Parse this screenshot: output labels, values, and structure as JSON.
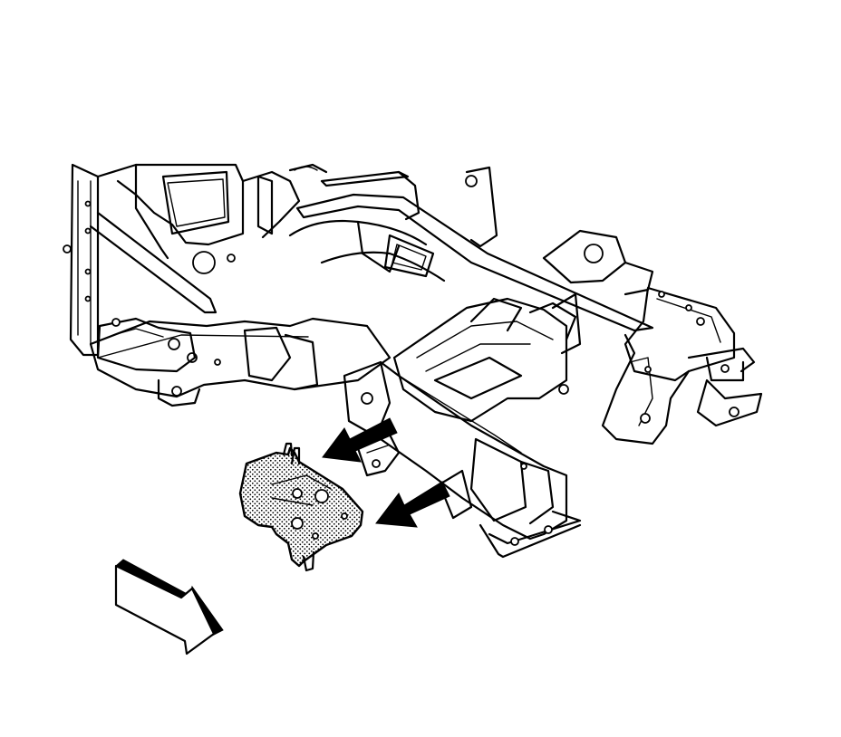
{
  "figure": {
    "components": [
      "vehicle-front-frame",
      "engine-mount-bracket",
      "removal-arrow-upper",
      "removal-arrow-lower",
      "vehicle-front-direction-arrow"
    ],
    "colors": {
      "line": "#000000",
      "background": "#ffffff",
      "bracket_fill_pattern": "stipple"
    }
  }
}
